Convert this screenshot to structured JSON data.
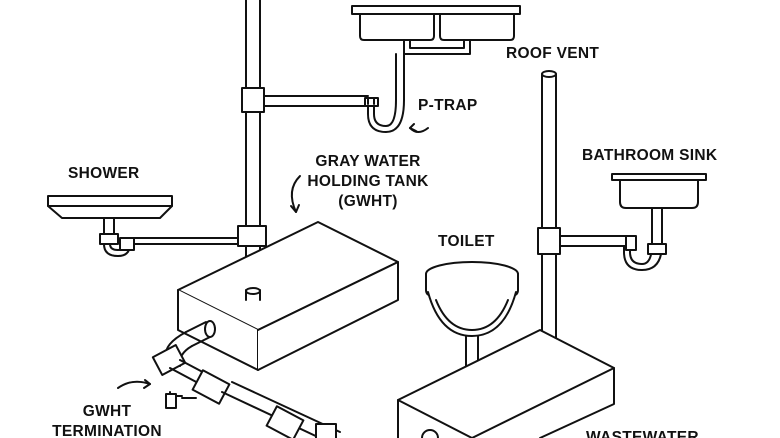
{
  "labels": {
    "roof_vent": "ROOF VENT",
    "p_trap": "P-TRAP",
    "shower": "SHOWER",
    "gwht_line1": "GRAY WATER",
    "gwht_line2": "HOLDING TANK",
    "gwht_line3": "(GWHT)",
    "bathroom_sink": "BATHROOM SINK",
    "toilet": "TOILET",
    "gwht_term_line1": "GWHT",
    "gwht_term_line2": "TERMINATION",
    "wastewater": "WASTEWATER"
  },
  "colors": {
    "line": "#111111",
    "fill": "#ffffff"
  }
}
